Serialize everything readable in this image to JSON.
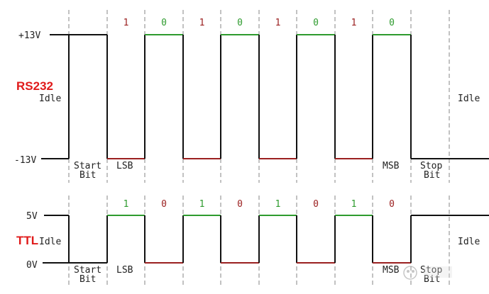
{
  "colors": {
    "high": "#2e9b2e",
    "low": "#9b2020",
    "title": "#e01a1a",
    "line": "#111111",
    "dash": "#999999"
  },
  "rs232": {
    "title": "RS232",
    "idle_left": "Idle",
    "idle_right": "Idle",
    "v_high_label": "+13V",
    "v_low_label": "-13V",
    "bits": [
      "1",
      "0",
      "1",
      "0",
      "1",
      "0",
      "1",
      "0"
    ],
    "annotations": {
      "start_a": "Start",
      "start_b": "Bit",
      "lsb": "LSB",
      "msb": "MSB",
      "stop_a": "Stop",
      "stop_b": "Bit"
    }
  },
  "ttl": {
    "title": "TTL",
    "idle_left": "Idle",
    "idle_right": "Idle",
    "v_high_label": "5V",
    "v_low_label": "0V",
    "bits": [
      "1",
      "0",
      "1",
      "0",
      "1",
      "0",
      "1",
      "0"
    ],
    "annotations": {
      "start_a": "Start",
      "start_b": "Bit",
      "lsb": "LSB",
      "msb": "MSB",
      "stop_a": "Stop",
      "stop_b": "Bit"
    }
  }
}
